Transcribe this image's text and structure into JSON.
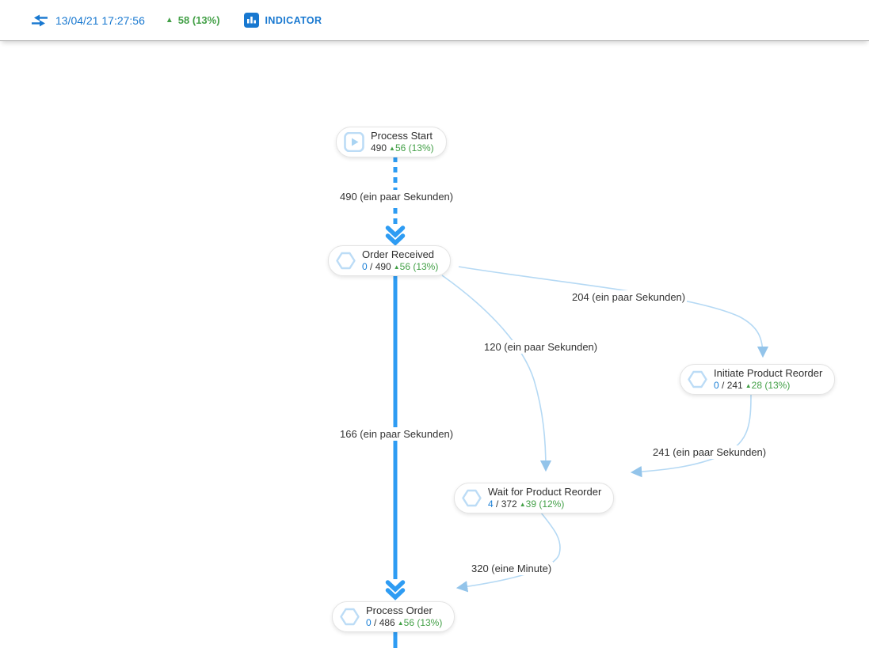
{
  "header": {
    "timestamp": "13/04/21 17:27:56",
    "trend_arrow": "▲",
    "trend": "58 (13%)",
    "indicator_label": "INDICATOR"
  },
  "diagram": {
    "nodes": [
      {
        "title": "Process Start",
        "count": "490",
        "trend_arrow": "▲",
        "trend": "56 (13%)"
      },
      {
        "title": "Order Received",
        "current": "0",
        "total": "/ 490",
        "trend_arrow": "▲",
        "trend": "56 (13%)"
      },
      {
        "title": "Initiate Product Reorder",
        "current": "0",
        "total": "/ 241",
        "trend_arrow": "▲",
        "trend": "28 (13%)"
      },
      {
        "title": "Wait for Product Reorder",
        "current": "4",
        "total": "/ 372",
        "trend_arrow": "▲",
        "trend": "39 (12%)"
      },
      {
        "title": "Process Order",
        "current": "0",
        "total": "/ 486",
        "trend_arrow": "▲",
        "trend": "56 (13%)"
      }
    ],
    "edge_labels": [
      "490 (ein paar Sekunden)",
      "204 (ein paar Sekunden)",
      "120 (ein paar Sekunden)",
      "166 (ein paar Sekunden)",
      "241 (ein paar Sekunden)",
      "320 (eine Minute)"
    ]
  },
  "colors": {
    "accent_blue": "#2e9cf3",
    "light_edge_blue": "#b5d9f4",
    "link_blue": "#1878d0",
    "trend_green": "#43a047",
    "node_icon_blue": "#bcdcf6"
  }
}
